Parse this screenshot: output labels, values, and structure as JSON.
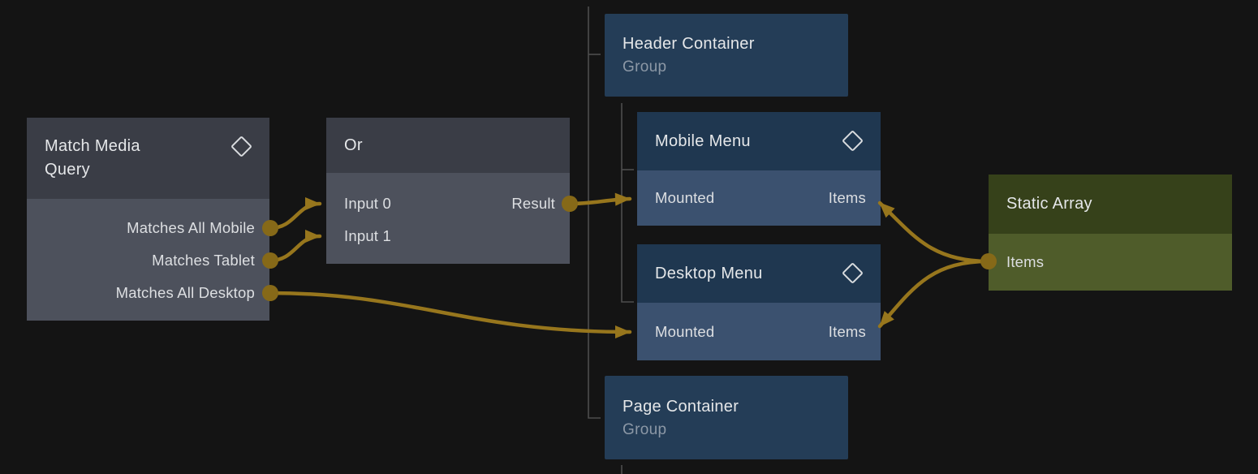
{
  "app": {
    "kind": "node-graph-editor",
    "background": "#141414"
  },
  "colors": {
    "wire": "#97761d",
    "port_dot": "#866918",
    "tree_line": "#4d4d4d",
    "gray_node_header": "#3a3d46",
    "gray_node_body": "#4d515c",
    "group_node_fill": "#243d57",
    "menu_node_header": "#1f3750",
    "menu_node_body": "#3b516f",
    "green_node_header": "#36411a",
    "green_node_body": "#4f5c2a",
    "title_text": "#e5e7e9",
    "subtitle_text": "#8c98a6",
    "label_text": "#dddfe2"
  },
  "nodes": {
    "match_media_query": {
      "title": "Match Media Query",
      "outputs": [
        "Matches All Mobile",
        "Matches Tablet",
        "Matches All Desktop"
      ]
    },
    "or": {
      "title": "Or",
      "inputs": [
        "Input 0",
        "Input 1"
      ],
      "outputs": [
        "Result"
      ]
    },
    "header_container": {
      "title": "Header Container",
      "subtitle": "Group"
    },
    "mobile_menu": {
      "title": "Mobile Menu",
      "inputs": [
        "Mounted",
        "Items"
      ]
    },
    "desktop_menu": {
      "title": "Desktop Menu",
      "inputs": [
        "Mounted",
        "Items"
      ]
    },
    "page_container": {
      "title": "Page Container",
      "subtitle": "Group"
    },
    "static_array": {
      "title": "Static Array",
      "outputs": [
        "Items"
      ]
    }
  },
  "connections": [
    {
      "from": "Match Media Query.Matches All Mobile",
      "to": "Or.Input 0"
    },
    {
      "from": "Match Media Query.Matches Tablet",
      "to": "Or.Input 1"
    },
    {
      "from": "Or.Result",
      "to": "Mobile Menu.Mounted"
    },
    {
      "from": "Match Media Query.Matches All Desktop",
      "to": "Desktop Menu.Mounted"
    },
    {
      "from": "Static Array.Items",
      "to": "Mobile Menu.Items"
    },
    {
      "from": "Static Array.Items",
      "to": "Desktop Menu.Items"
    }
  ],
  "hierarchy": {
    "root_children": [
      "Header Container",
      "Page Container"
    ],
    "header_container_children": [
      "Mobile Menu",
      "Desktop Menu"
    ]
  }
}
